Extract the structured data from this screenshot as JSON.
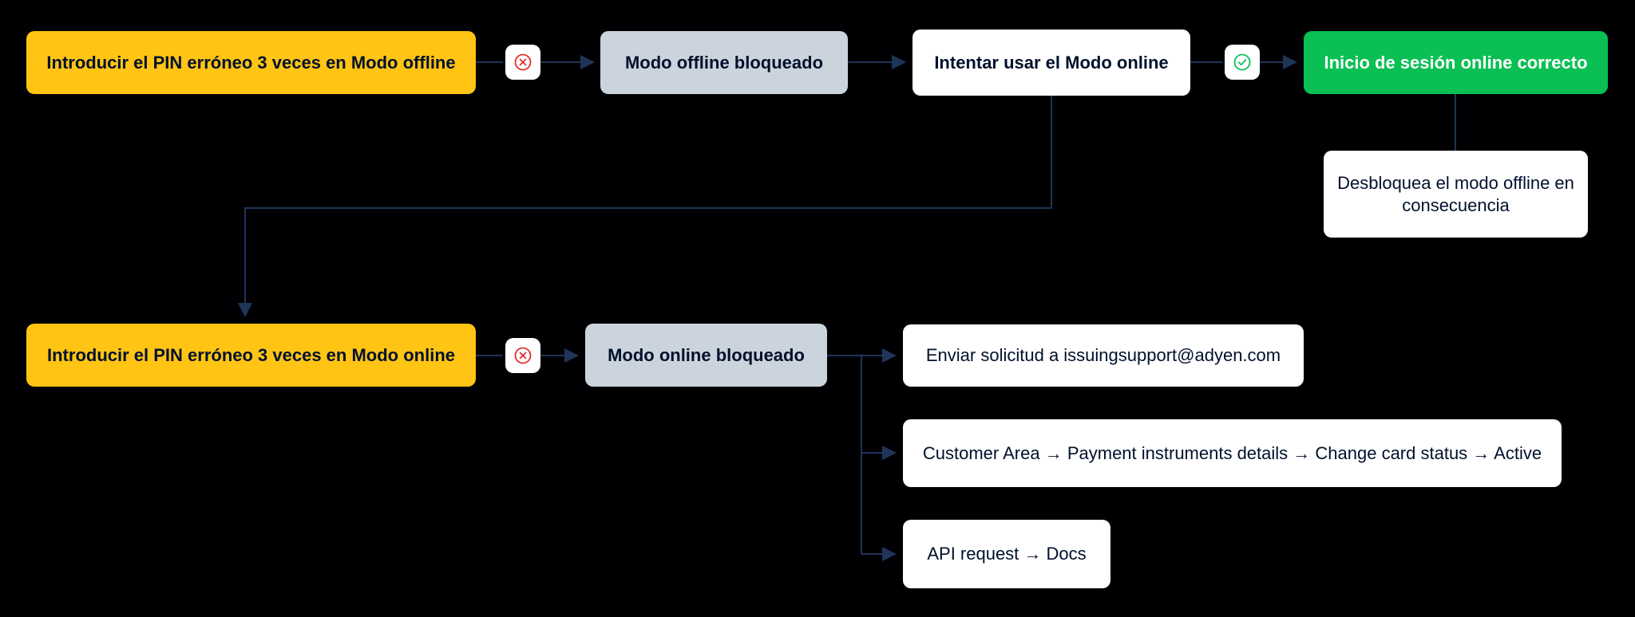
{
  "diagram": {
    "background": "#000003",
    "line_color": "#1f3459",
    "colors": {
      "fail_node": "#FFC414",
      "blocked_node": "#CBD4DC",
      "plain_node": "#FFFFFF",
      "success_node": "#0ABF53",
      "error_icon": "#E0312B",
      "success_icon": "#0ABF53",
      "text_dark": "#00112C",
      "text_light": "#FFFFFF"
    },
    "nodes": {
      "pin_offline": "Introducir el PIN erróneo 3 veces en Modo offline",
      "offline_blocked": "Modo offline bloqueado",
      "try_online": "Intentar usar el Modo online",
      "login_ok": "Inicio de sesión online correcto",
      "unlock_note": "Desbloquea el modo offline en consecuencia",
      "pin_online": "Introducir el PIN erróneo 3 veces en Modo online",
      "online_blocked": "Modo online bloqueado",
      "support_request": "Enviar solicitud a issuingsupport@adyen.com",
      "customer_area_path": "Customer Area → Payment instruments details → Change card status → Active",
      "api_request": "API request → Docs"
    },
    "icons": {
      "error": "error-cross-circle-icon",
      "success": "success-check-circle-icon"
    }
  }
}
